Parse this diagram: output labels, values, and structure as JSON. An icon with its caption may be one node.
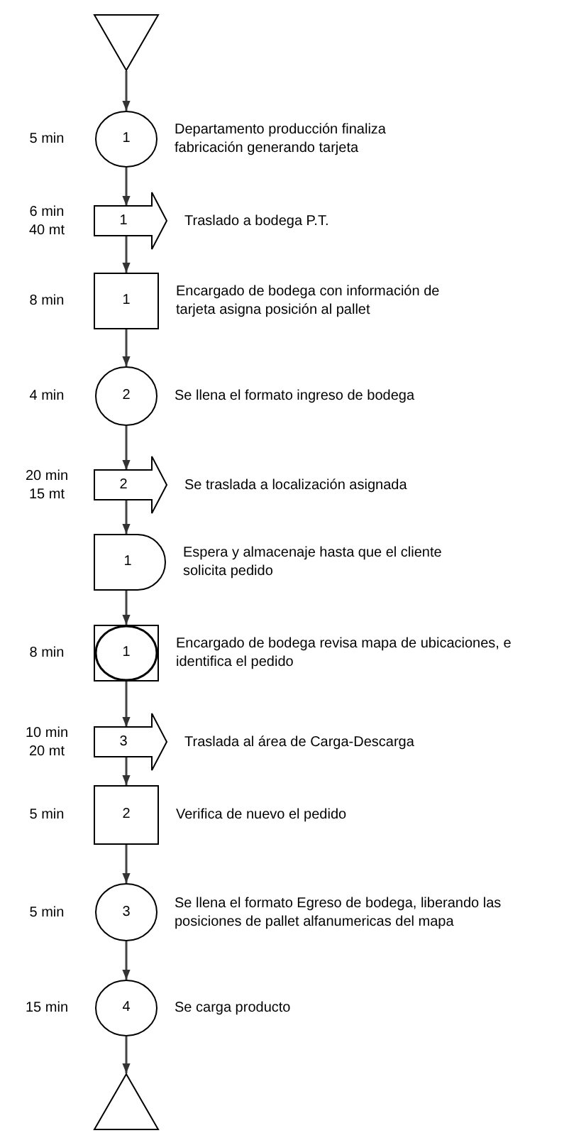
{
  "diagram": {
    "nodes": [
      {
        "text": [],
        "shape": "triangle"
      },
      {
        "text": [
          "1"
        ],
        "beside": [
          "5 min",
          "Departamento producción finaliza fabricación generando tarjeta"
        ]
      },
      {
        "text": [
          "1"
        ],
        "beside": [
          "6 min 40 mt",
          "Traslado a bodega P.T."
        ]
      },
      {
        "text": [
          "1"
        ],
        "beside": [
          "8 min",
          "Encargado de bodega con información de tarjeta asigna posición al pallet"
        ]
      },
      {
        "text": [
          "2"
        ],
        "beside": [
          "4 min",
          "Se llena el formato ingreso de bodega"
        ]
      },
      {
        "text": [
          "2"
        ],
        "beside": [
          "20 min 15 mt",
          "Se traslada a localización asignada"
        ]
      },
      {
        "text": [
          "1"
        ],
        "beside": [
          "Espera y almacenaje hasta que el cliente solicita pedido"
        ]
      },
      {
        "text": [
          "1"
        ],
        "beside": [
          "8 min",
          "Encargado de bodega revisa mapa de ubicaciones, e identifica el pedido"
        ]
      },
      {
        "text": [
          "3"
        ],
        "beside": [
          "10 min 20 mt",
          "Traslada al área de Carga-Descarga"
        ]
      },
      {
        "text": [
          "2"
        ],
        "beside": [
          "5 min",
          "Verifica de nuevo el pedido"
        ]
      },
      {
        "text": [
          "3"
        ],
        "beside": [
          "5 min",
          "Se llena el formato Egreso de bodega, liberando las posiciones de pallet alfanumericas del mapa"
        ]
      },
      {
        "text": [
          "4"
        ],
        "beside": [
          "15 min",
          "Se carga producto"
        ]
      },
      {
        "text": [],
        "shape": "triangle"
      }
    ],
    "edges": [
      {
        "from": 0,
        "to": 1,
        "arrow": "to"
      },
      {
        "from": 1,
        "to": 2,
        "arrow": "to"
      },
      {
        "from": 2,
        "to": 3,
        "arrow": "to"
      },
      {
        "from": 3,
        "to": 4,
        "arrow": "to"
      },
      {
        "from": 4,
        "to": 5,
        "arrow": "to"
      },
      {
        "from": 5,
        "to": 6,
        "arrow": "to"
      },
      {
        "from": 6,
        "to": 7,
        "arrow": "to"
      },
      {
        "from": 7,
        "to": 8,
        "arrow": "to"
      },
      {
        "from": 8,
        "to": 9,
        "arrow": "to"
      },
      {
        "from": 9,
        "to": 10,
        "arrow": "to"
      },
      {
        "from": 10,
        "to": 11,
        "arrow": "to"
      },
      {
        "from": 11,
        "to": 12,
        "arrow": "to"
      }
    ]
  }
}
